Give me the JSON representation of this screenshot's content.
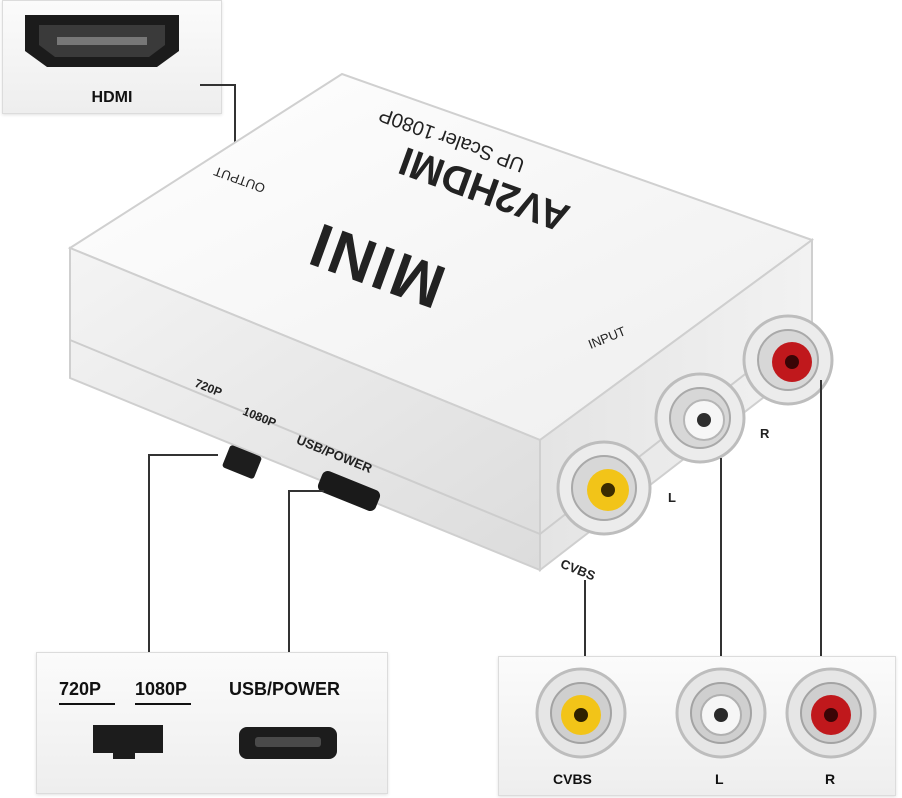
{
  "hdmi_panel": {
    "label": "HDMI"
  },
  "device": {
    "brand": "MINI",
    "model": "AV2HDMI",
    "tagline": "UP Scaler 1080P",
    "output_label": "OUTPUT",
    "input_label": "INPUT",
    "switch_720": "720P",
    "switch_1080": "1080P",
    "usb_label": "USB/POWER",
    "rca_cvbs": "CVBS",
    "rca_l": "L",
    "rca_r": "R"
  },
  "switch_panel": {
    "label_720": "720P",
    "label_1080": "1080P",
    "usb_label": "USB/POWER"
  },
  "rca_panel": {
    "cvbs": "CVBS",
    "l": "L",
    "r": "R"
  },
  "colors": {
    "yellow": "#f2c418",
    "white": "#f4f4f4",
    "red": "#c0181c"
  }
}
